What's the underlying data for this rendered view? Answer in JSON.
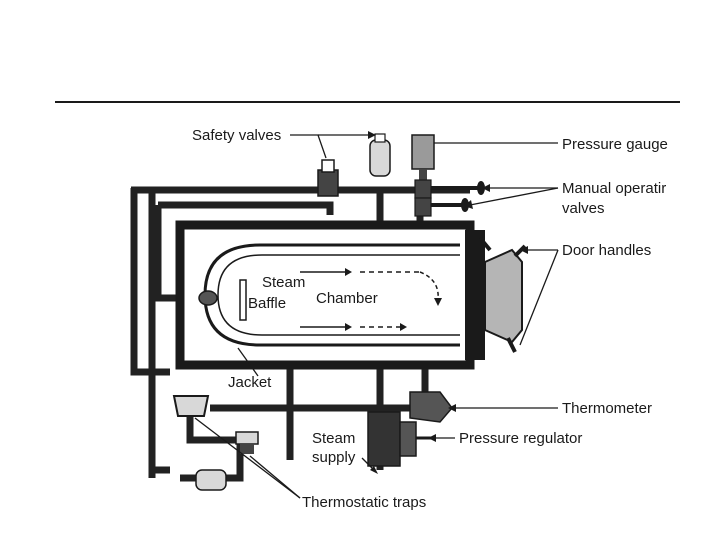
{
  "labels": {
    "safety_valves": "Safety valves",
    "pressure_gauge": "Pressure gauge",
    "manual_operating_line1": "Manual operatir",
    "manual_operating_line2": "valves",
    "door_handles": "Door handles",
    "steam": "Steam",
    "baffle": "Baffle",
    "chamber": "Chamber",
    "jacket": "Jacket",
    "thermometer": "Thermometer",
    "steam_supply_line1": "Steam",
    "steam_supply_line2": "supply",
    "pressure_regulator": "Pressure regulator",
    "thermostatic_traps": "Thermostatic traps"
  },
  "colors": {
    "ink": "#1a1a1a",
    "pipe": "#222222",
    "gauge_fill": "#9a9a9a",
    "glass_fill": "#d8d8d8",
    "door_fill": "#b5b5b5",
    "background": "#ffffff"
  }
}
